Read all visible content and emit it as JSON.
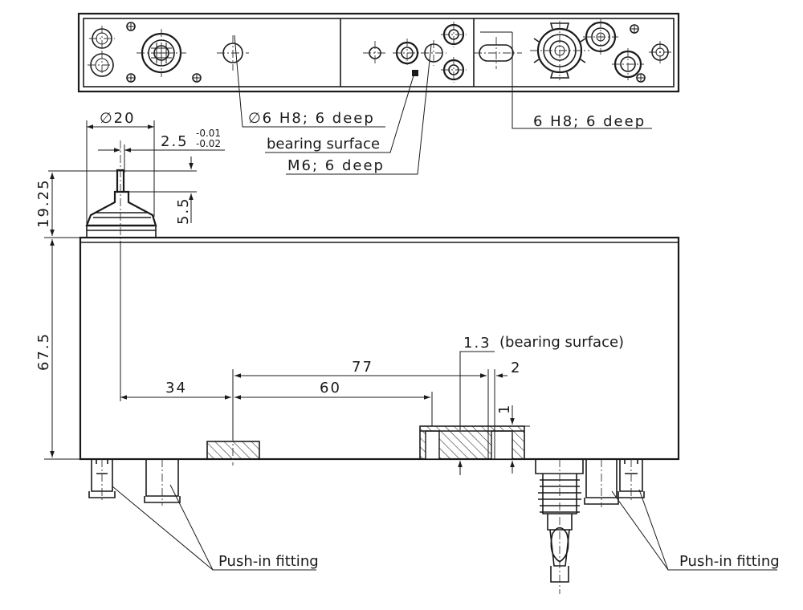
{
  "callouts": {
    "dowel_hole_left": "∅6 H8; 6 deep",
    "bearing_surface": "bearing surface",
    "thread_hole": "M6; 6 deep",
    "dowel_hole_right": "6 H8; 6 deep",
    "bearing_surface_dim": "(bearing surface)",
    "push_in_left": "Push-in fitting",
    "push_in_right": "Push-in fitting"
  },
  "dimensions": {
    "diameter": "∅20",
    "pin_offset": "2.5",
    "tol_upper": "-0.01",
    "tol_lower": "-0.02",
    "pin_height": "5.5",
    "top_height": "19.25",
    "body_height": "67.5",
    "d34": "34",
    "d60": "60",
    "d77": "77",
    "d2": "2",
    "d1": "1",
    "d1_3": "1.3"
  }
}
